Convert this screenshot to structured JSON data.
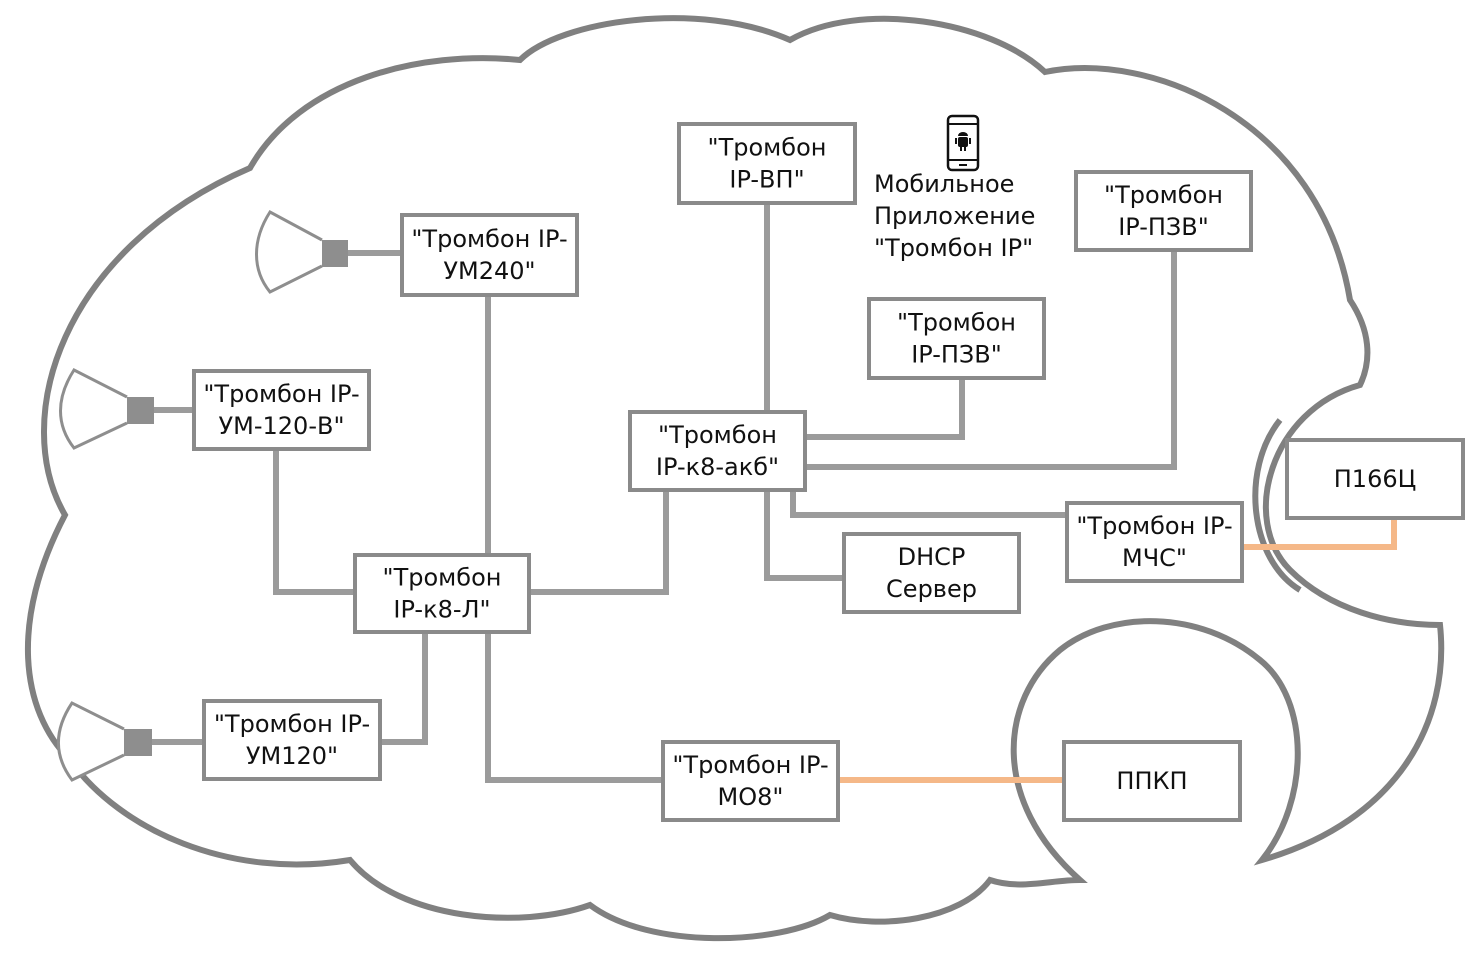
{
  "title": "Тромбон IP network diagram",
  "colors": {
    "cloud_outline": "#808080",
    "box_border": "#8a8a8a",
    "link_network": "#9b9b9b",
    "link_alarm": "#f5b888",
    "text": "#111111"
  },
  "nodes": {
    "vp": {
      "lines": [
        "\"Тромбон",
        "IP-ВП\""
      ]
    },
    "pzv_top": {
      "lines": [
        "\"Тромбон",
        "IP-ПЗВ\""
      ]
    },
    "pzv_mid": {
      "lines": [
        "\"Тромбон",
        "IP-ПЗВ\""
      ]
    },
    "um240": {
      "lines": [
        "\"Тромбон IP-",
        "УМ240\""
      ]
    },
    "um120v": {
      "lines": [
        "\"Тромбон IP-",
        "УМ-120-В\""
      ]
    },
    "k8akb": {
      "lines": [
        "\"Тромбон",
        "IP-к8-акб\""
      ]
    },
    "k8l": {
      "lines": [
        "\"Тромбон",
        "IP-к8-Л\""
      ]
    },
    "dhcp": {
      "lines": [
        "DHCP",
        "Сервер"
      ]
    },
    "mchs": {
      "lines": [
        "\"Тромбон IP-",
        "МЧС\""
      ]
    },
    "p166c": {
      "lines": [
        "П166Ц"
      ]
    },
    "um120": {
      "lines": [
        "\"Тромбон IP-",
        "УМ120\""
      ]
    },
    "mo8": {
      "lines": [
        "\"Тромбон IP-",
        "МО8\""
      ]
    },
    "ppkp": {
      "lines": [
        "ППКП"
      ]
    }
  },
  "mobile_app": {
    "icon": "android-smartphone-icon",
    "lines": [
      "Мобильное",
      "Приложение",
      "\"Тромбон IP\""
    ]
  },
  "speakers": [
    "speaker-icon",
    "speaker-icon",
    "speaker-icon"
  ],
  "links": [
    {
      "from": "um240",
      "to": "k8l",
      "kind": "network"
    },
    {
      "from": "um120v",
      "to": "k8l",
      "kind": "network"
    },
    {
      "from": "um120",
      "to": "k8l",
      "kind": "network"
    },
    {
      "from": "k8l",
      "to": "k8akb",
      "kind": "network"
    },
    {
      "from": "k8l",
      "to": "mo8",
      "kind": "network"
    },
    {
      "from": "vp",
      "to": "k8akb",
      "kind": "network"
    },
    {
      "from": "pzv_mid",
      "to": "k8akb",
      "kind": "network"
    },
    {
      "from": "pzv_top",
      "to": "k8akb",
      "kind": "network"
    },
    {
      "from": "k8akb",
      "to": "dhcp",
      "kind": "network"
    },
    {
      "from": "k8akb",
      "to": "mchs",
      "kind": "network"
    },
    {
      "from": "mchs",
      "to": "p166c",
      "kind": "alarm"
    },
    {
      "from": "mo8",
      "to": "ppkp",
      "kind": "alarm"
    }
  ]
}
